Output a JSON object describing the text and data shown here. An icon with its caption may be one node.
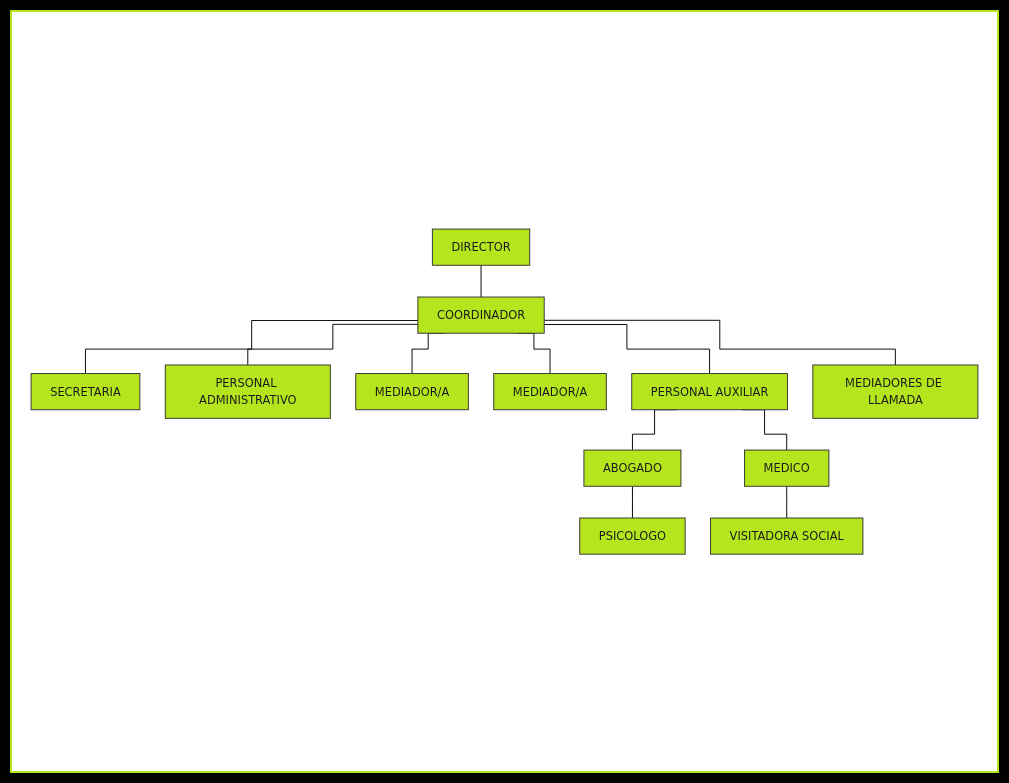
{
  "diagram": {
    "nodes": [
      {
        "text": [
          "DIRECTOR"
        ]
      },
      {
        "text": [
          "SECRETARIA"
        ]
      },
      {
        "text": [
          "COORDINADOR"
        ]
      },
      {
        "text": [
          "PERSONAL ADMINISTRATIVO"
        ]
      },
      {
        "text": [
          "MEDIADOR/A"
        ]
      },
      {
        "text": [
          "MEDIADOR/A"
        ]
      },
      {
        "text": [
          "PERSONAL AUXILIAR"
        ]
      },
      {
        "text": [
          "MEDIADORES DE LLAMADA"
        ]
      },
      {
        "text": [
          "ABOGADO"
        ]
      },
      {
        "text": [
          "MEDICO"
        ]
      },
      {
        "text": [
          "PSICOLOGO"
        ]
      },
      {
        "text": [
          "VISITADORA SOCIAL"
        ]
      }
    ],
    "edges": [
      {
        "from": 0,
        "to": 2,
        "arrow": "none"
      },
      {
        "from": 2,
        "to": 1,
        "arrow": "none"
      },
      {
        "from": 2,
        "to": 3,
        "arrow": "none"
      },
      {
        "from": 2,
        "to": 4,
        "arrow": "none"
      },
      {
        "from": 2,
        "to": 5,
        "arrow": "none"
      },
      {
        "from": 2,
        "to": 6,
        "arrow": "none"
      },
      {
        "from": 2,
        "to": 7,
        "arrow": "none"
      },
      {
        "from": 6,
        "to": 8,
        "arrow": "none"
      },
      {
        "from": 6,
        "to": 9,
        "arrow": "none"
      },
      {
        "from": 8,
        "to": 10,
        "arrow": "none"
      },
      {
        "from": 9,
        "to": 11,
        "arrow": "none"
      }
    ]
  }
}
